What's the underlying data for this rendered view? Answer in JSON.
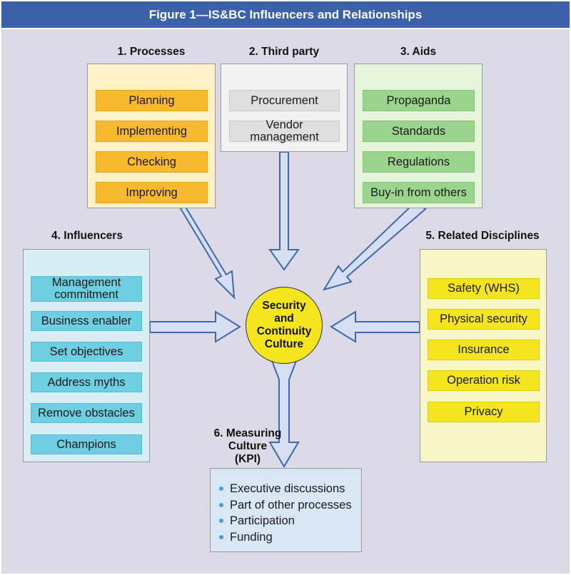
{
  "figure_title": "Figure 1—IS&BC Influencers and Relationships",
  "center": {
    "lines": [
      "Security",
      "and",
      "Continuity",
      "Culture"
    ]
  },
  "groups": {
    "processes": {
      "title": "1. Processes",
      "items": [
        "Planning",
        "Implementing",
        "Checking",
        "Improving"
      ]
    },
    "third_party": {
      "title": "2. Third party",
      "items": [
        "Procurement",
        "Vendor management"
      ]
    },
    "aids": {
      "title": "3. Aids",
      "items": [
        "Propaganda",
        "Standards",
        "Regulations",
        "Buy-in from others"
      ]
    },
    "influencers": {
      "title": "4. Influencers",
      "items": [
        "Management commitment",
        "Business enabler",
        "Set objectives",
        "Address myths",
        "Remove obstacles",
        "Champions"
      ]
    },
    "related": {
      "title": "5. Related Disciplines",
      "items": [
        "Safety (WHS)",
        "Physical security",
        "Insurance",
        "Operation risk",
        "Privacy"
      ]
    },
    "measuring": {
      "title_lines": [
        "6. Measuring",
        "Culture",
        "(KPI)"
      ],
      "items": [
        "Executive discussions",
        "Part of other processes",
        "Participation",
        "Funding"
      ]
    }
  },
  "colors": {
    "banner": "#3b62a8",
    "background": "#dcdae7",
    "processes": "#f8b92f",
    "third_party": "#dfdfdf",
    "aids": "#9bd48c",
    "influencers": "#6ecfe2",
    "related": "#f4e51e",
    "center": "#f4e51e",
    "arrow_fill": "#d6dff2",
    "arrow_stroke": "#3f68b0"
  }
}
